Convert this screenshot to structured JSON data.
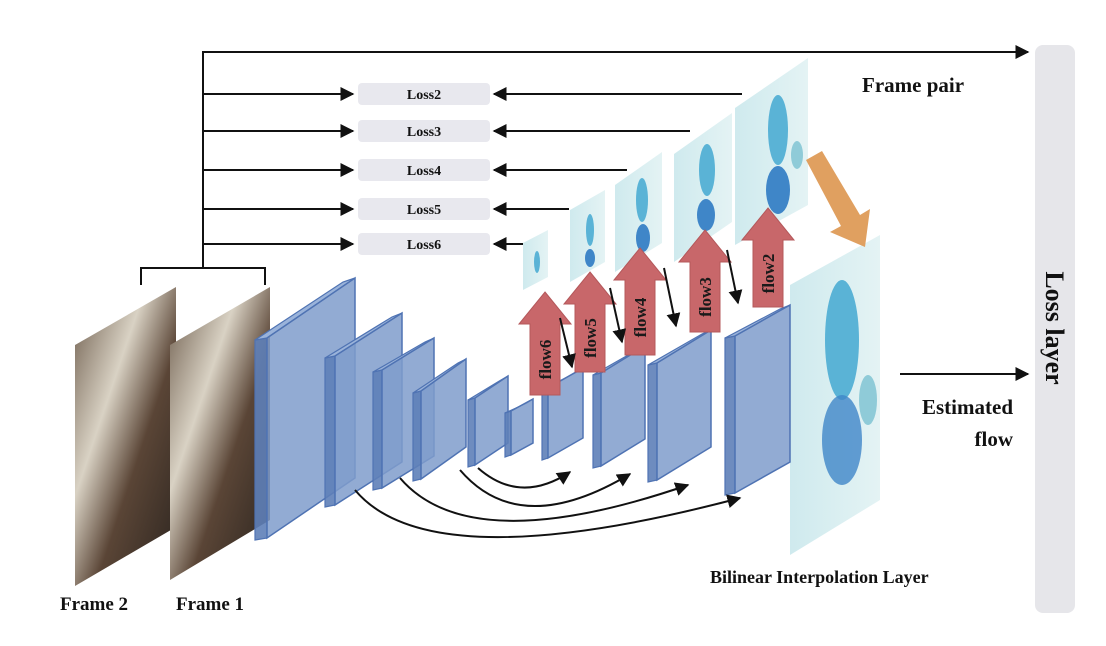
{
  "labels": {
    "frame_pair": "Frame pair",
    "loss_layer": "Loss layer",
    "estimated_flow_line1": "Estimated",
    "estimated_flow_line2": "flow",
    "bilinear": "Bilinear Interpolation Layer",
    "frame2": "Frame 2",
    "frame1": "Frame 1"
  },
  "losses": [
    "Loss2",
    "Loss3",
    "Loss4",
    "Loss5",
    "Loss6"
  ],
  "flows": [
    "flow6",
    "flow5",
    "flow4",
    "flow3",
    "flow2"
  ],
  "colors": {
    "block": "#7f9ccb",
    "flow_arrow": "#c8676a",
    "upsample_arrow": "#e0a060",
    "loss_box": "#e8e8ee",
    "flow_image": "#d6eef1"
  }
}
